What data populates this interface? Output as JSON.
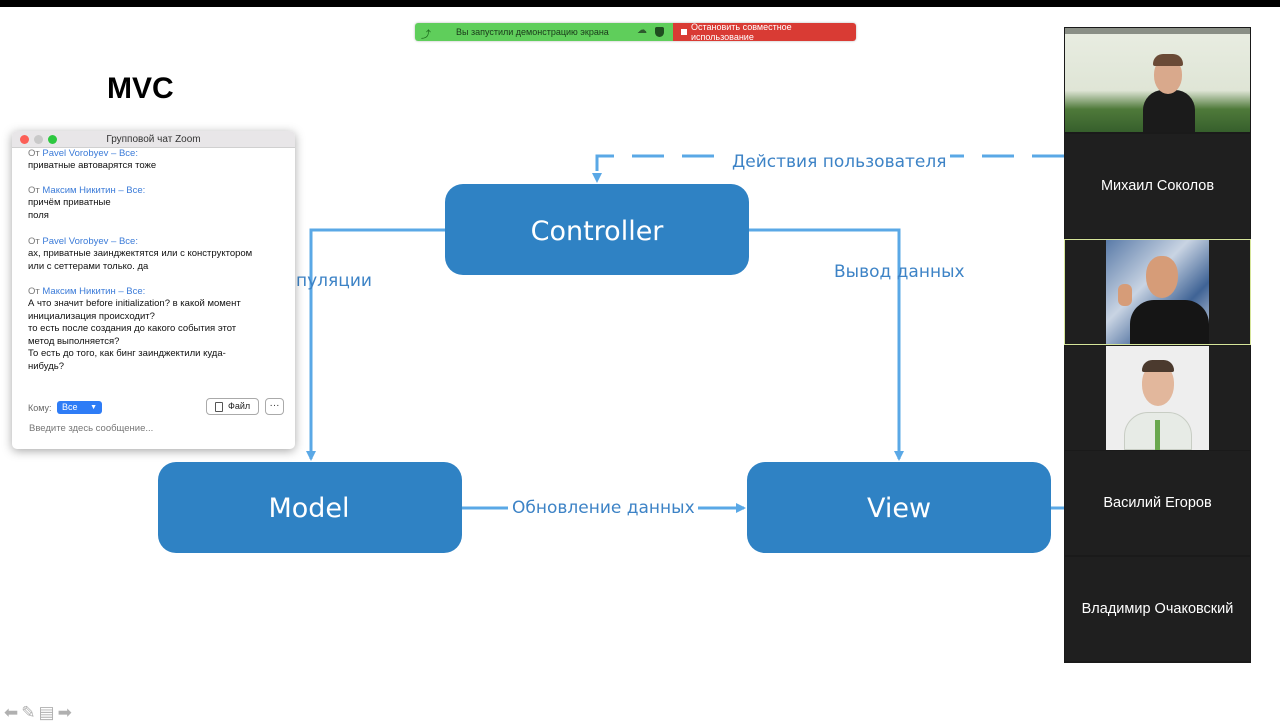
{
  "share_bar": {
    "status_text": "Вы запустили демонстрацию экрана",
    "stop_label": "Остановить совместное использование"
  },
  "slide": {
    "title": "MVC",
    "boxes": {
      "controller": "Controller",
      "model": "Model",
      "view": "View"
    },
    "edges": {
      "user_actions": "Действия пользователя",
      "manipulations": "пуляции",
      "output": "Вывод данных",
      "update": "Обновление данных"
    },
    "colors": {
      "box": "#2f82c4",
      "arrow": "#5aa8e6",
      "label": "#3d83c6"
    }
  },
  "chat": {
    "title": "Групповой чат Zoom",
    "messages": [
      {
        "from_prefix": "От",
        "sender": "Pavel Vorobyev – Все:",
        "lines": [
          "приватные автоварятся тоже"
        ]
      },
      {
        "from_prefix": "От",
        "sender": "Максим Никитин – Все:",
        "lines": [
          "причём приватные",
          "поля"
        ]
      },
      {
        "from_prefix": "От",
        "sender": "Pavel Vorobyev – Все:",
        "lines": [
          "ах, приватные заинджектятся или с конструктором",
          "или с сеттерами только. да"
        ]
      },
      {
        "from_prefix": "От",
        "sender": "Максим Никитин – Все:",
        "lines": [
          "А что значит before initialization? в какой момент",
          "инициализация происходит?",
          "то есть после создания до какого события этот",
          "метод выполняется?",
          "То есть до того, как бинг заинджектили куда-",
          "нибудь?"
        ]
      }
    ],
    "to_label": "Кому:",
    "to_value": "Все",
    "file_label": "Файл",
    "more_label": "···",
    "input_placeholder": "Введите здесь сообщение..."
  },
  "participants": [
    {
      "name": "",
      "has_video": true
    },
    {
      "name": "Михаил Соколов",
      "has_video": false
    },
    {
      "name": "",
      "has_video": true,
      "active_speaker": true
    },
    {
      "name": "",
      "has_video": true
    },
    {
      "name": "Василий Егоров",
      "has_video": false
    },
    {
      "name": "Владимир Очаковский",
      "has_video": false
    }
  ]
}
